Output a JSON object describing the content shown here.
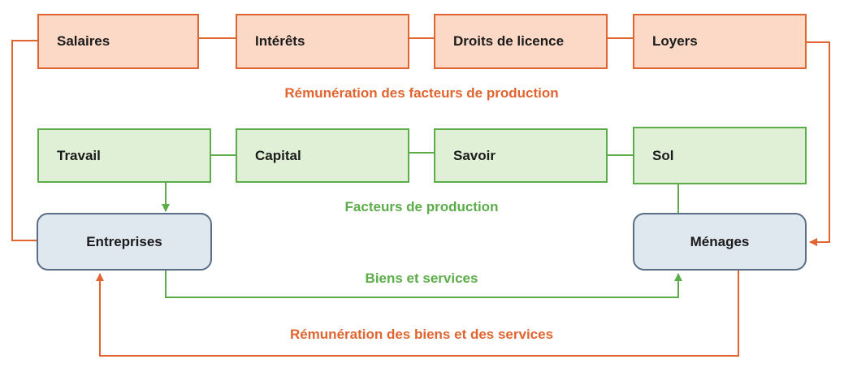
{
  "remunerations": {
    "items": [
      "Salaires",
      "Intérêts",
      "Droits de licence",
      "Loyers"
    ],
    "caption": "Rémunération des facteurs de production"
  },
  "facteurs": {
    "items": [
      "Travail",
      "Capital",
      "Savoir",
      "Sol"
    ],
    "caption": "Facteurs de production"
  },
  "actors": {
    "entreprises": "Entreprises",
    "menages": "Ménages"
  },
  "flows": {
    "biens": "Biens et services",
    "remuneration_biens": "Rémunération des biens et des services"
  },
  "colors": {
    "orange": "#e06530",
    "green": "#5cad4a",
    "orange_fill": "#fbd9c6",
    "green_fill": "#dff0d6",
    "actor_fill": "#dfe7ef",
    "actor_border": "#5a6f86"
  }
}
